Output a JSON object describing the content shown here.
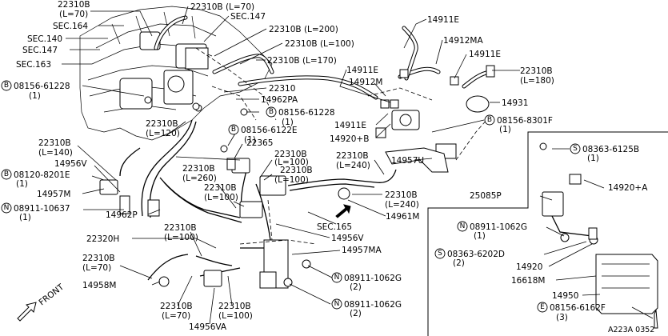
{
  "diagram": {
    "code": "A223A 0352",
    "front_arrow_label": "FRONT",
    "labels": {
      "sec164": "SEC.164",
      "sec140": "SEC.140",
      "sec147_left": "SEC.147",
      "sec163": "SEC.163",
      "sec147_top": "SEC.147",
      "sec165": "SEC.165",
      "h22310B_L70_a": "22310B",
      "h22310B_L70_a_len": "(L=70)",
      "h22310B_L70_top": "22310B (L=70)",
      "h22310B_L200": "22310B (L=200)",
      "h22310B_L100_top": "22310B (L=100)",
      "h22310B_L170": "22310B (L=170)",
      "h22310": "22310",
      "p14962PA": "14962PA",
      "b08156_61228_l": "08156-61228",
      "b08156_61228_l_q": "(1)",
      "b08156_61228_c": "08156-61228",
      "b08156_61228_c_q": "(1)",
      "b08156_6122E": "08156-6122E",
      "b08156_6122E_q": "(1)",
      "h22310B_L120": "22310B",
      "h22310B_L120_len": "(L=120)",
      "h22310B_L140": "22310B",
      "h22310B_L140_len": "(L=140)",
      "p14956V_l": "14956V",
      "b08120_8201E": "08120-8201E",
      "b08120_8201E_q": "(1)",
      "p14957M": "14957M",
      "n08911_10637": "08911-10637",
      "n08911_10637_q": "(1)",
      "p14962P": "14962P",
      "p22320H": "22320H",
      "p22365": "22365",
      "h22310B_L260": "22310B",
      "h22310B_L260_len": "(L=260)",
      "h22310B_L100_c1": "22310B",
      "h22310B_L100_c1_len": "(L=100)",
      "h22310B_L100_c2": "22310B",
      "h22310B_L100_c2_len": "(L=100)",
      "h22310B_L100_c3": "22310B",
      "h22310B_L100_c3_len": "(L=100)",
      "h22310B_L100_c4": "22310B",
      "h22310B_L100_c4_len": "(L=100)",
      "h22310B_L70_b": "22310B",
      "h22310B_L70_b_len": "(L=70)",
      "p14958M": "14958M",
      "h22310B_L70_c": "22310B",
      "h22310B_L70_c_len": "(L=70)",
      "h22310B_L100_c5": "22310B",
      "h22310B_L100_c5_len": "(L=100)",
      "p14956VA": "14956VA",
      "p14956V_c": "14956V",
      "p14957MA": "14957MA",
      "n08911_1062G_a": "08911-1062G",
      "n08911_1062G_a_q": "(2)",
      "n08911_1062G_b": "08911-1062G",
      "n08911_1062G_b_q": "(2)",
      "p14911E_top": "14911E",
      "p14912MA": "14912MA",
      "p14911E_r": "14911E",
      "h22310B_L180": "22310B",
      "h22310B_L180_len": "(L=180)",
      "p14911E_m": "14911E",
      "p14912M": "14912M",
      "p14931": "14931",
      "p14911E_lower": "14911E",
      "b08156_8301F": "08156-8301F",
      "b08156_8301F_q": "(1)",
      "p14920B": "14920+B",
      "h22310B_L240_a": "22310B",
      "h22310B_L240_a_len": "(L=240)",
      "p14957U": "14957U",
      "h22310B_L240_b": "22310B",
      "h22310B_L240_b_len": "(L=240)",
      "p14961M": "14961M",
      "s08363_6125B": "08363-6125B",
      "s08363_6125B_q": "(1)",
      "p25085P": "25085P",
      "p14920A": "14920+A",
      "n08911_1062G_r": "08911-1062G",
      "n08911_1062G_r_q": "(1)",
      "s08363_6202D": "08363-6202D",
      "s08363_6202D_q": "(2)",
      "p14920": "14920",
      "p16618M": "16618M",
      "p14950": "14950",
      "e08156_6162F": "08156-6162F",
      "e08156_6162F_q": "(3)"
    },
    "badges": {
      "bolt": "B",
      "nut": "N",
      "screw": "S",
      "e": "E"
    }
  }
}
